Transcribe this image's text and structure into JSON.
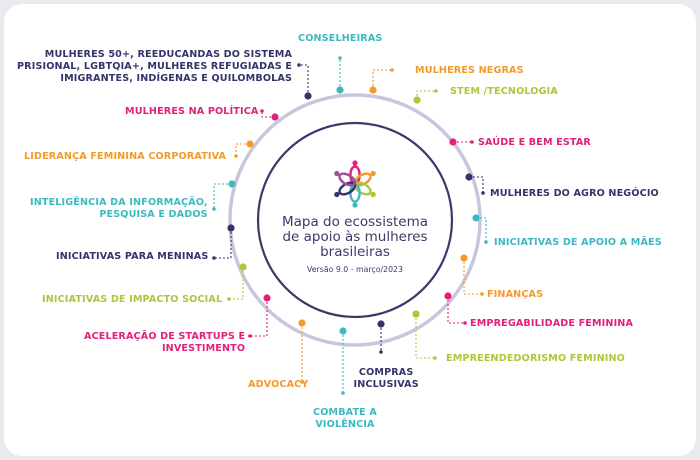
{
  "center": {
    "title_lines": [
      "Mapa do ecossistema",
      "de apoio às mulheres",
      "brasileiras"
    ],
    "version": "Versão 9.0 - março/2023"
  },
  "colors": {
    "ring": "#c7c6dd",
    "inner_ring": "#3b3a6b",
    "navy": "#34346b",
    "teal": "#3cb9c1",
    "orange": "#f39a2b",
    "green": "#a9c83a",
    "pink": "#e32079",
    "petals": [
      "#e32079",
      "#f39a2b",
      "#a9c83a",
      "#3cb9c1",
      "#34346b",
      "#9c4fa0"
    ]
  },
  "nodes": [
    {
      "id": "conselheiras",
      "color": "teal",
      "lines": [
        "CONSELHEIRAS"
      ]
    },
    {
      "id": "mulheres-negras",
      "color": "orange",
      "lines": [
        "MULHERES NEGRAS"
      ]
    },
    {
      "id": "stem",
      "color": "green",
      "lines": [
        "STEM /TECNOLOGIA"
      ]
    },
    {
      "id": "saude",
      "color": "pink",
      "lines": [
        "SAÚDE E BEM ESTAR"
      ]
    },
    {
      "id": "agro",
      "color": "navy",
      "lines": [
        "MULHERES DO AGRO NEGÓCIO"
      ]
    },
    {
      "id": "apoio-maes",
      "color": "teal",
      "lines": [
        "INICIATIVAS DE APOIO A MÃES"
      ]
    },
    {
      "id": "financas",
      "color": "orange",
      "lines": [
        "FINANÇAS"
      ]
    },
    {
      "id": "empregabilidade",
      "color": "pink",
      "lines": [
        "EMPREGABILIDADE FEMININA"
      ]
    },
    {
      "id": "empreendedorismo",
      "color": "green",
      "lines": [
        "EMPREENDEDORISMO FEMININO"
      ]
    },
    {
      "id": "compras",
      "color": "navy",
      "lines": [
        "COMPRAS",
        "INCLUSIVAS"
      ]
    },
    {
      "id": "violencia",
      "color": "teal",
      "lines": [
        "COMBATE A",
        "VIOLÊNCIA"
      ]
    },
    {
      "id": "advocacy",
      "color": "orange",
      "lines": [
        "ADVOCACY"
      ]
    },
    {
      "id": "startups",
      "color": "pink",
      "lines": [
        "ACELERAÇÃO DE STARTUPS E",
        "INVESTIMENTO"
      ]
    },
    {
      "id": "impacto",
      "color": "green",
      "lines": [
        "INICIATIVAS DE IMPACTO SOCIAL"
      ]
    },
    {
      "id": "meninas",
      "color": "navy",
      "lines": [
        "INICIATIVAS PARA MENINAS"
      ]
    },
    {
      "id": "inteligencia",
      "color": "teal",
      "lines": [
        "INTELIGÊNCIA DA INFORMAÇÃO,",
        "PESQUISA E DADOS"
      ]
    },
    {
      "id": "lideranca",
      "color": "orange",
      "lines": [
        "LIDERANÇA FEMININA CORPORATIVA"
      ]
    },
    {
      "id": "politica",
      "color": "pink",
      "lines": [
        "MULHERES NA POLÍTICA"
      ]
    },
    {
      "id": "mulheres-50",
      "color": "navy",
      "lines": [
        "MULHERES 50+, REEDUCANDAS DO SISTEMA",
        "PRISIONAL, LGBTQIA+, MULHERES REFUGIADAS E",
        "IMIGRANTES, INDÍGENAS E QUILOMBOLAS"
      ]
    }
  ]
}
